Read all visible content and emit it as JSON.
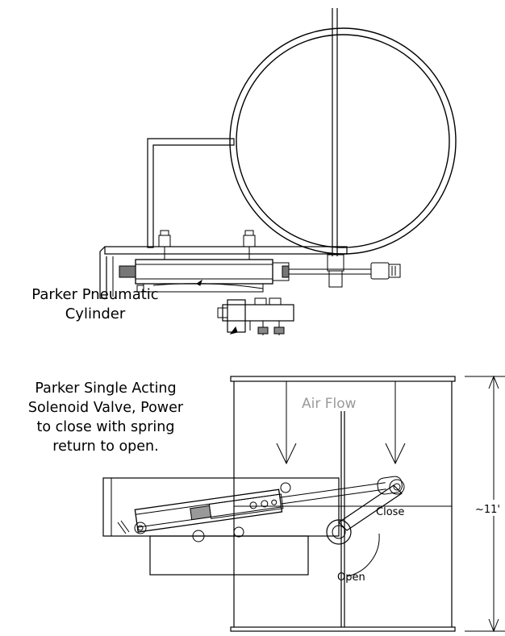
{
  "labels": {
    "cylinder": [
      "Parker  Pneumatic",
      "Cylinder"
    ],
    "solenoid": [
      "Parker Single Acting",
      "Solenoid Valve, Power",
      "to close with spring",
      "return to open."
    ],
    "air_flow": "Air Flow",
    "close": "Close",
    "open": "Open",
    "height": "~11'"
  },
  "colors": {
    "line": "#000000",
    "muted": "#9a9a9a",
    "background": "#ffffff"
  }
}
